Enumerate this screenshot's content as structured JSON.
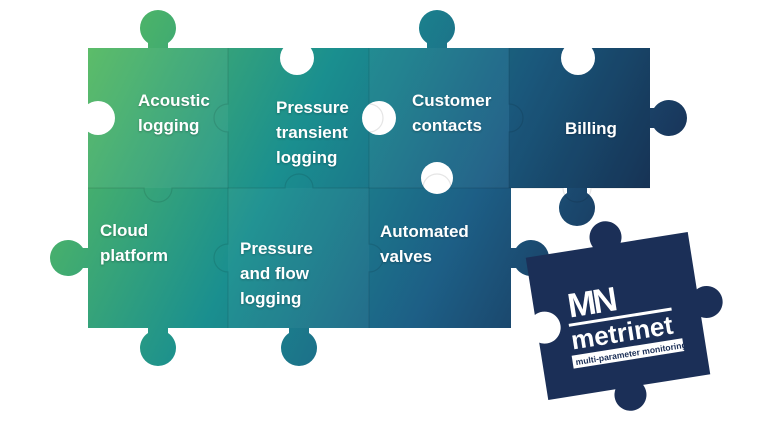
{
  "pieces": [
    {
      "id": "acoustic-logging",
      "lines": [
        "Acoustic",
        "logging"
      ]
    },
    {
      "id": "pressure-transient-logging",
      "lines": [
        "Pressure",
        "transient",
        "logging"
      ]
    },
    {
      "id": "customer-contacts",
      "lines": [
        "Customer",
        "contacts"
      ]
    },
    {
      "id": "billing",
      "lines": [
        "Billing"
      ]
    },
    {
      "id": "cloud-platform",
      "lines": [
        "Cloud",
        "platform"
      ]
    },
    {
      "id": "pressure-and-flow-logging",
      "lines": [
        "Pressure",
        "and flow",
        "logging"
      ]
    },
    {
      "id": "automated-valves",
      "lines": [
        "Automated",
        "valves"
      ]
    }
  ],
  "logo": {
    "mark": "MN",
    "brand": "metrinet",
    "tagline": "multi-parameter monitoring"
  },
  "colors": {
    "green": "#5cbf5c",
    "teal": "#1a8f8f",
    "blue": "#1d5f86",
    "navy": "#17264a",
    "logo_piece": "#1b2f57"
  }
}
